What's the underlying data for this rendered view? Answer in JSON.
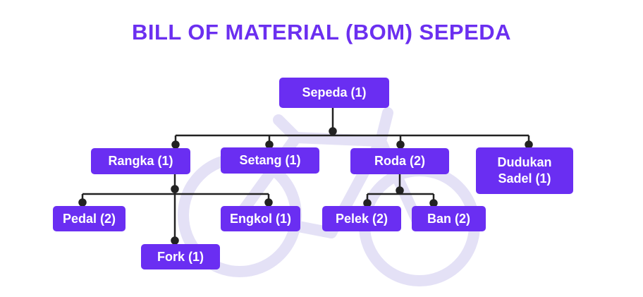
{
  "title": "BILL OF MATERIAL (BOM) SEPEDA",
  "colors": {
    "accent": "#6a2ef2",
    "title": "#6b2ff0",
    "line": "#222222",
    "watermark": "#e4e1f6"
  },
  "watermark_icon": "bicycle-icon",
  "nodes": {
    "sepeda": "Sepeda (1)",
    "rangka": "Rangka (1)",
    "setang": "Setang (1)",
    "roda": "Roda (2)",
    "dudukan_sadel": "Dudukan Sadel (1)",
    "pedal": "Pedal (2)",
    "engkol": "Engkol (1)",
    "fork": "Fork (1)",
    "pelek": "Pelek (2)",
    "ban": "Ban (2)"
  }
}
